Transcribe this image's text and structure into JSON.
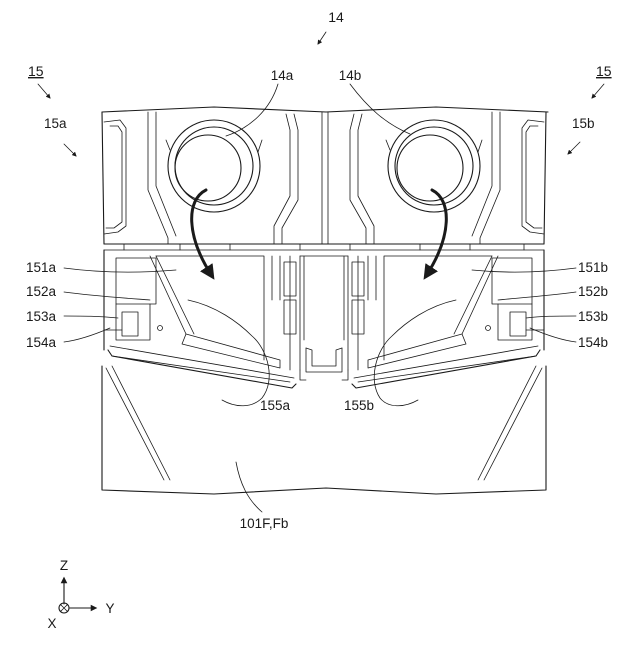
{
  "figure": {
    "main_label": "14",
    "labels": {
      "l15_left": "15",
      "l15_right": "15",
      "l15a": "15a",
      "l15b": "15b",
      "l14a": "14a",
      "l14b": "14b",
      "l151a": "151a",
      "l152a": "152a",
      "l153a": "153a",
      "l154a": "154a",
      "l151b": "151b",
      "l152b": "152b",
      "l153b": "153b",
      "l154b": "154b",
      "l155a": "155a",
      "l155b": "155b",
      "l101": "101F,Fb"
    },
    "axes": {
      "z": "Z",
      "y": "Y",
      "x": "X"
    }
  }
}
